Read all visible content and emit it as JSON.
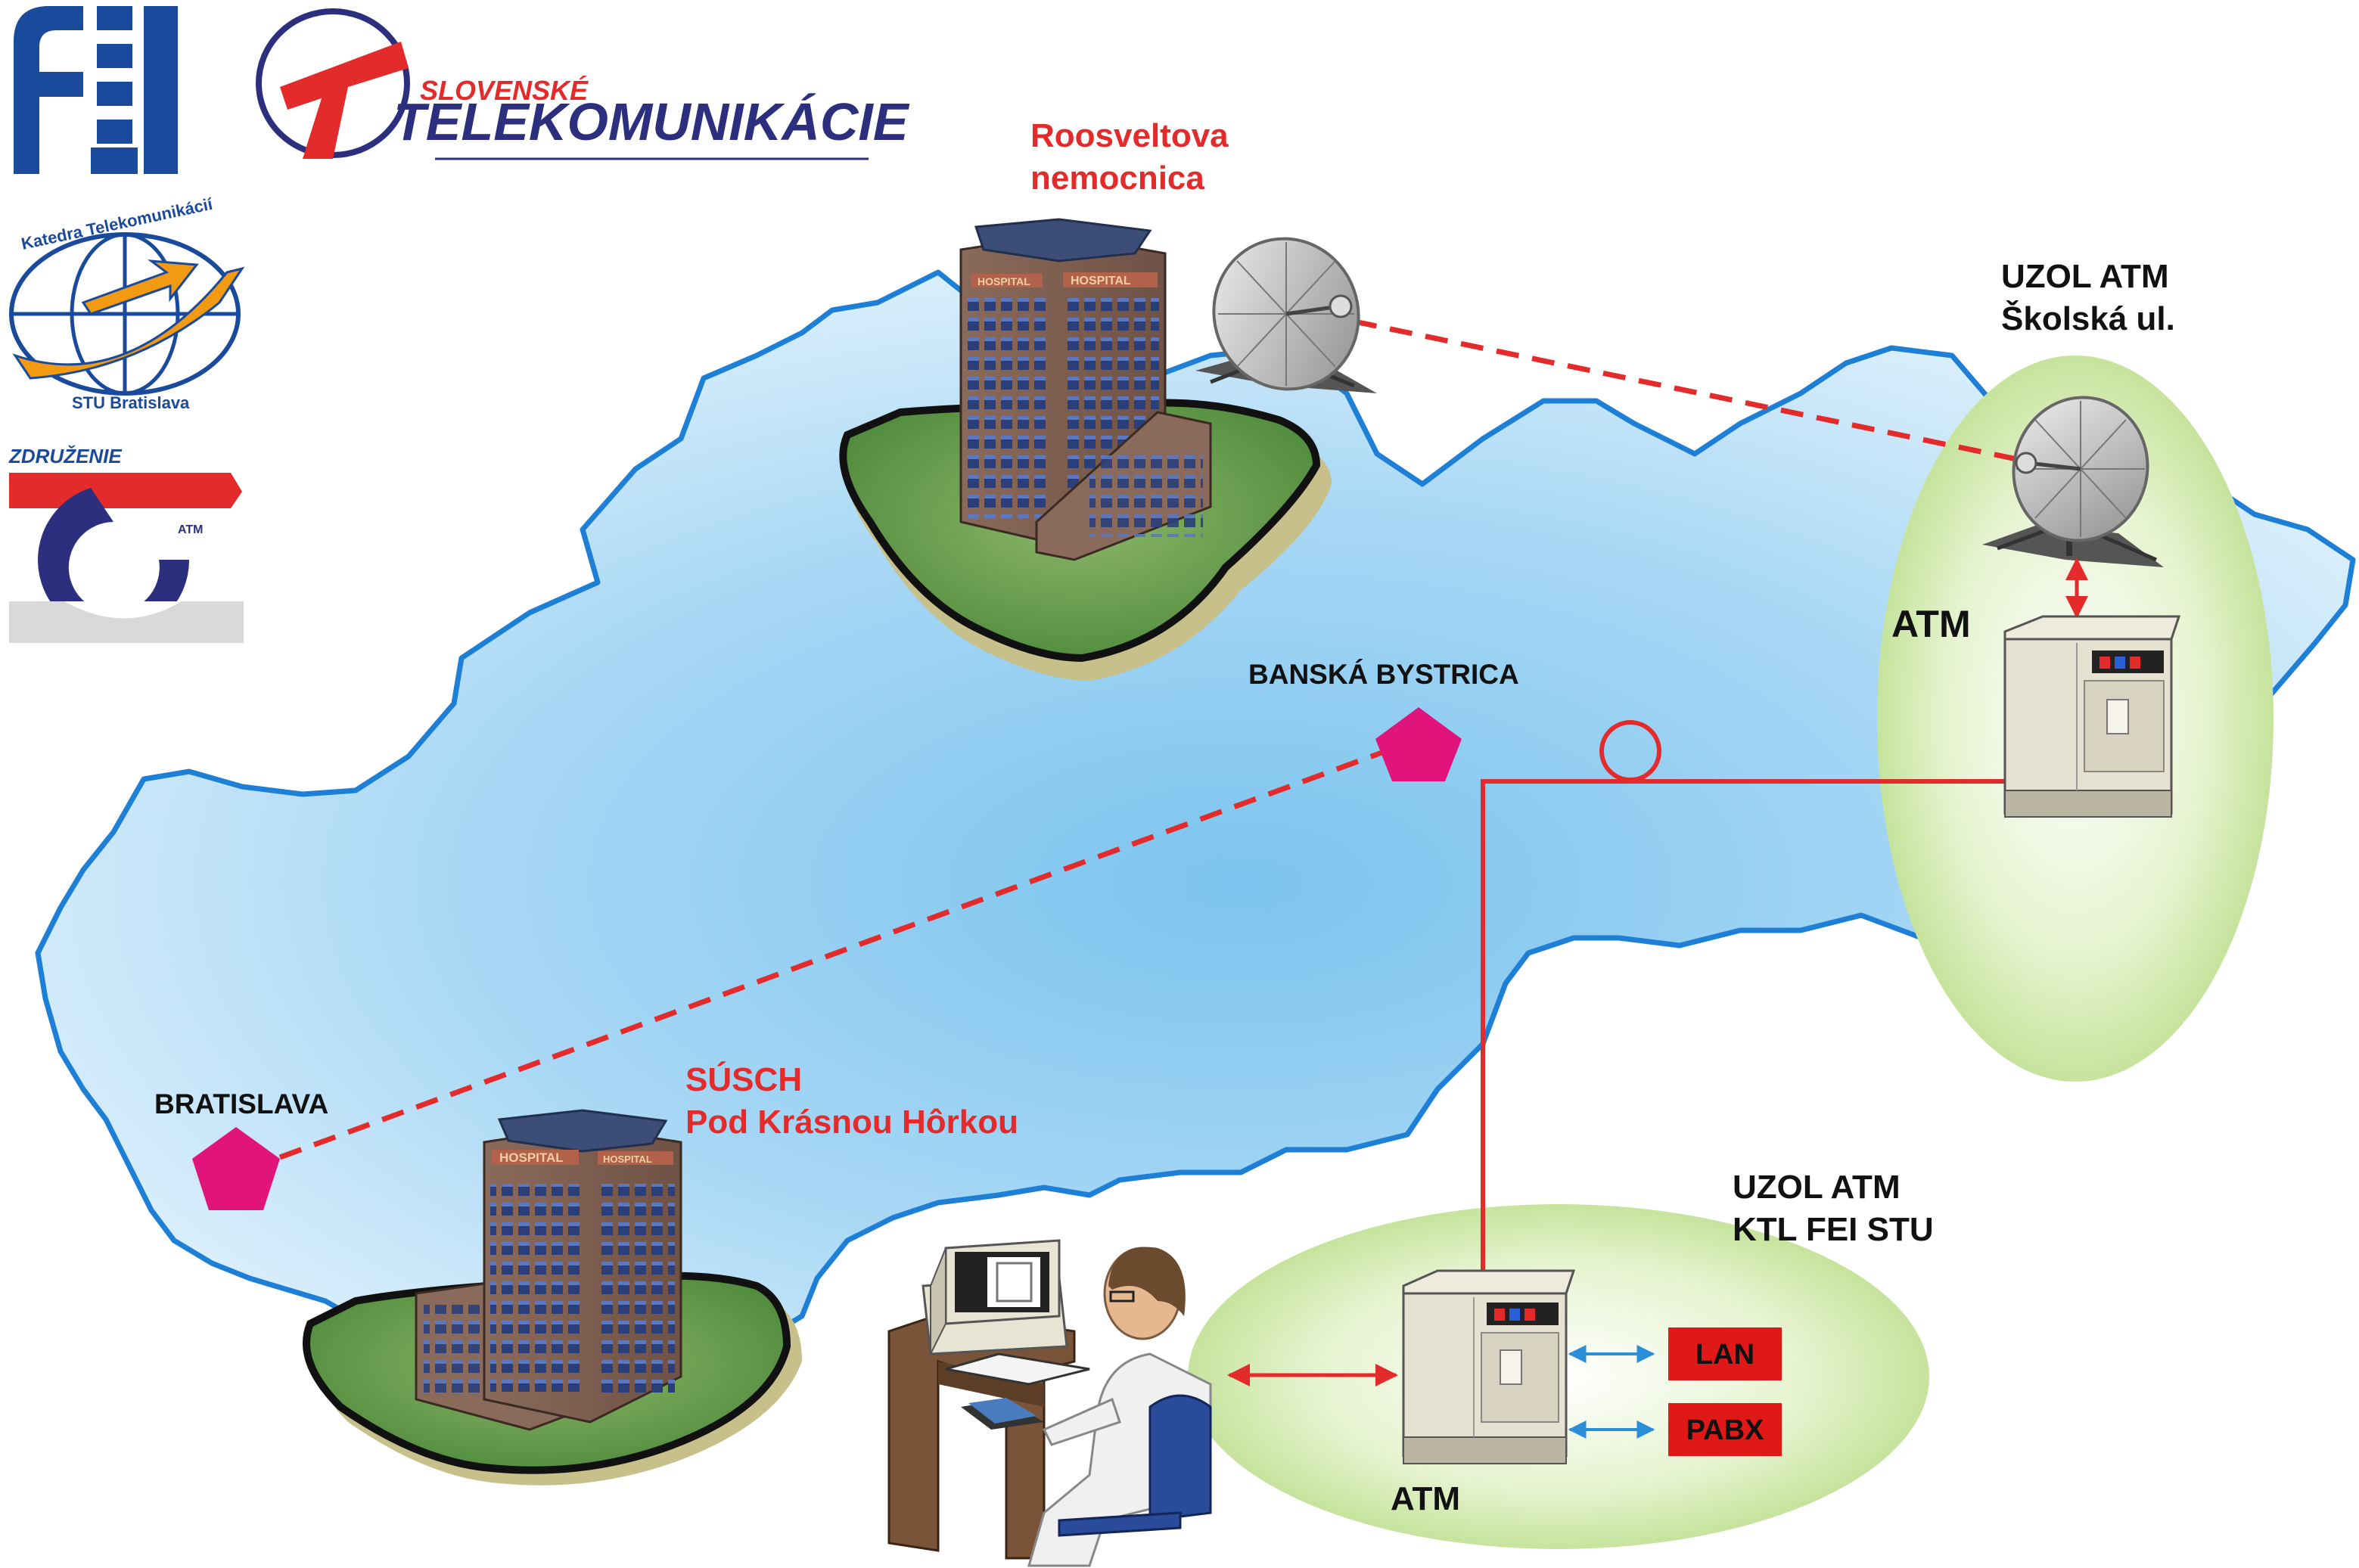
{
  "logos": {
    "fei": "fei",
    "st_top": "SLOVENSKÉ",
    "st_bottom": "TELEKOMUNIKÁCIE",
    "ktl_top": "Katedra Telekomunikácií",
    "ktl_bottom": "STU Bratislava",
    "zdr_top": "ZDRUŽENIE",
    "zdr_small": "ATM"
  },
  "places": {
    "roosveltova": [
      "Roosveltova",
      "nemocnica"
    ],
    "susch": [
      "SÚSCH",
      "Pod Krásnou Hôrkou"
    ],
    "banska": "BANSKÁ BYSTRICA",
    "bratislava": "BRATISLAVA",
    "uzol_top": [
      "UZOL ATM",
      "Školská ul."
    ],
    "uzol_bottom": [
      "UZOL ATM",
      "KTL FEI STU"
    ]
  },
  "devices": {
    "atm_top": "ATM",
    "atm_bottom": "ATM",
    "lan": "LAN",
    "pabx": "PABX",
    "hospital": "HOSPITAL"
  },
  "colors": {
    "map_fill": "#a9d8f5",
    "map_border": "#1e7fd6",
    "link_red": "#e32b2b",
    "node_magenta": "#e0147a",
    "ellipse_green": "#c7e59a",
    "brand_blue": "#1a4a9c",
    "st_navy": "#2b2f7d"
  }
}
